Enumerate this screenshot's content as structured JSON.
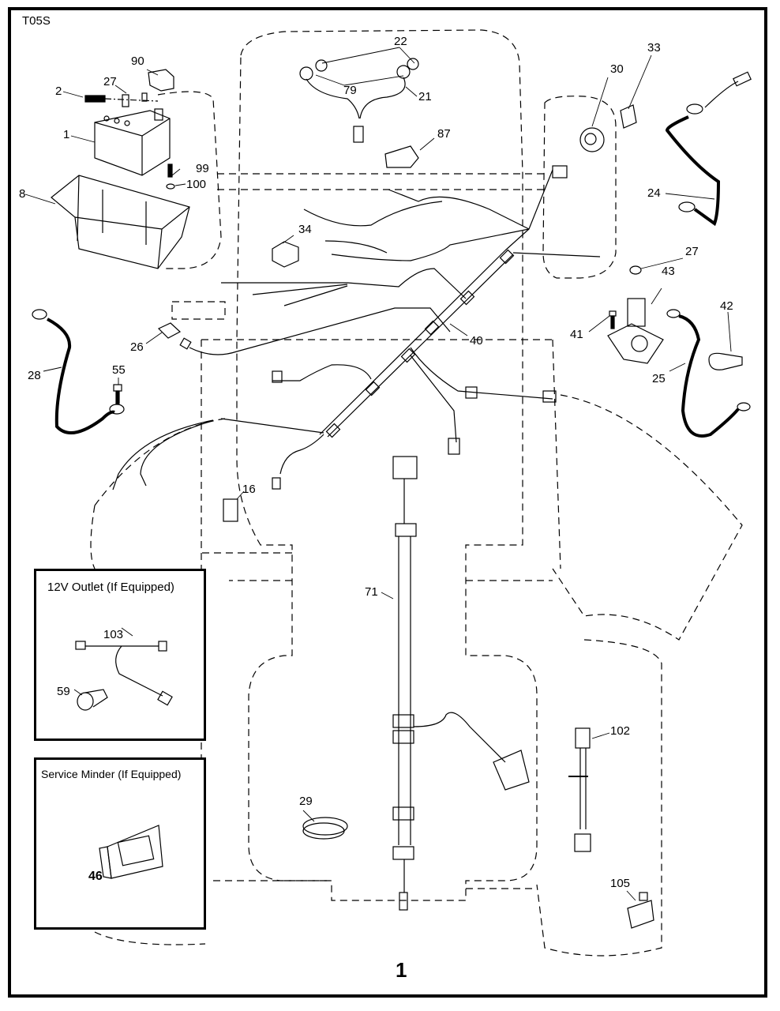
{
  "diagram": {
    "code": "T05S",
    "page_number": "1",
    "callouts": [
      {
        "id": "c90",
        "text": "90"
      },
      {
        "id": "c27a",
        "text": "27"
      },
      {
        "id": "c2",
        "text": "2"
      },
      {
        "id": "c1",
        "text": "1"
      },
      {
        "id": "c8",
        "text": "8"
      },
      {
        "id": "c99",
        "text": "99"
      },
      {
        "id": "c100",
        "text": "100"
      },
      {
        "id": "c22",
        "text": "22"
      },
      {
        "id": "c79",
        "text": "79"
      },
      {
        "id": "c21",
        "text": "21"
      },
      {
        "id": "c87",
        "text": "87"
      },
      {
        "id": "c30",
        "text": "30"
      },
      {
        "id": "c33",
        "text": "33"
      },
      {
        "id": "c24",
        "text": "24"
      },
      {
        "id": "c27b",
        "text": "27"
      },
      {
        "id": "c43",
        "text": "43"
      },
      {
        "id": "c42",
        "text": "42"
      },
      {
        "id": "c41",
        "text": "41"
      },
      {
        "id": "c25",
        "text": "25"
      },
      {
        "id": "c34",
        "text": "34"
      },
      {
        "id": "c40",
        "text": "40"
      },
      {
        "id": "c26",
        "text": "26"
      },
      {
        "id": "c28",
        "text": "28"
      },
      {
        "id": "c55",
        "text": "55"
      },
      {
        "id": "c16",
        "text": "16"
      },
      {
        "id": "c71",
        "text": "71"
      },
      {
        "id": "c102",
        "text": "102"
      },
      {
        "id": "c29",
        "text": "29"
      },
      {
        "id": "c105",
        "text": "105"
      }
    ],
    "insets": [
      {
        "title": "12V Outlet (If Equipped)",
        "callouts": [
          "103",
          "59"
        ]
      },
      {
        "title": "Service Minder (If Equipped)",
        "callouts": [
          "46"
        ]
      }
    ]
  }
}
